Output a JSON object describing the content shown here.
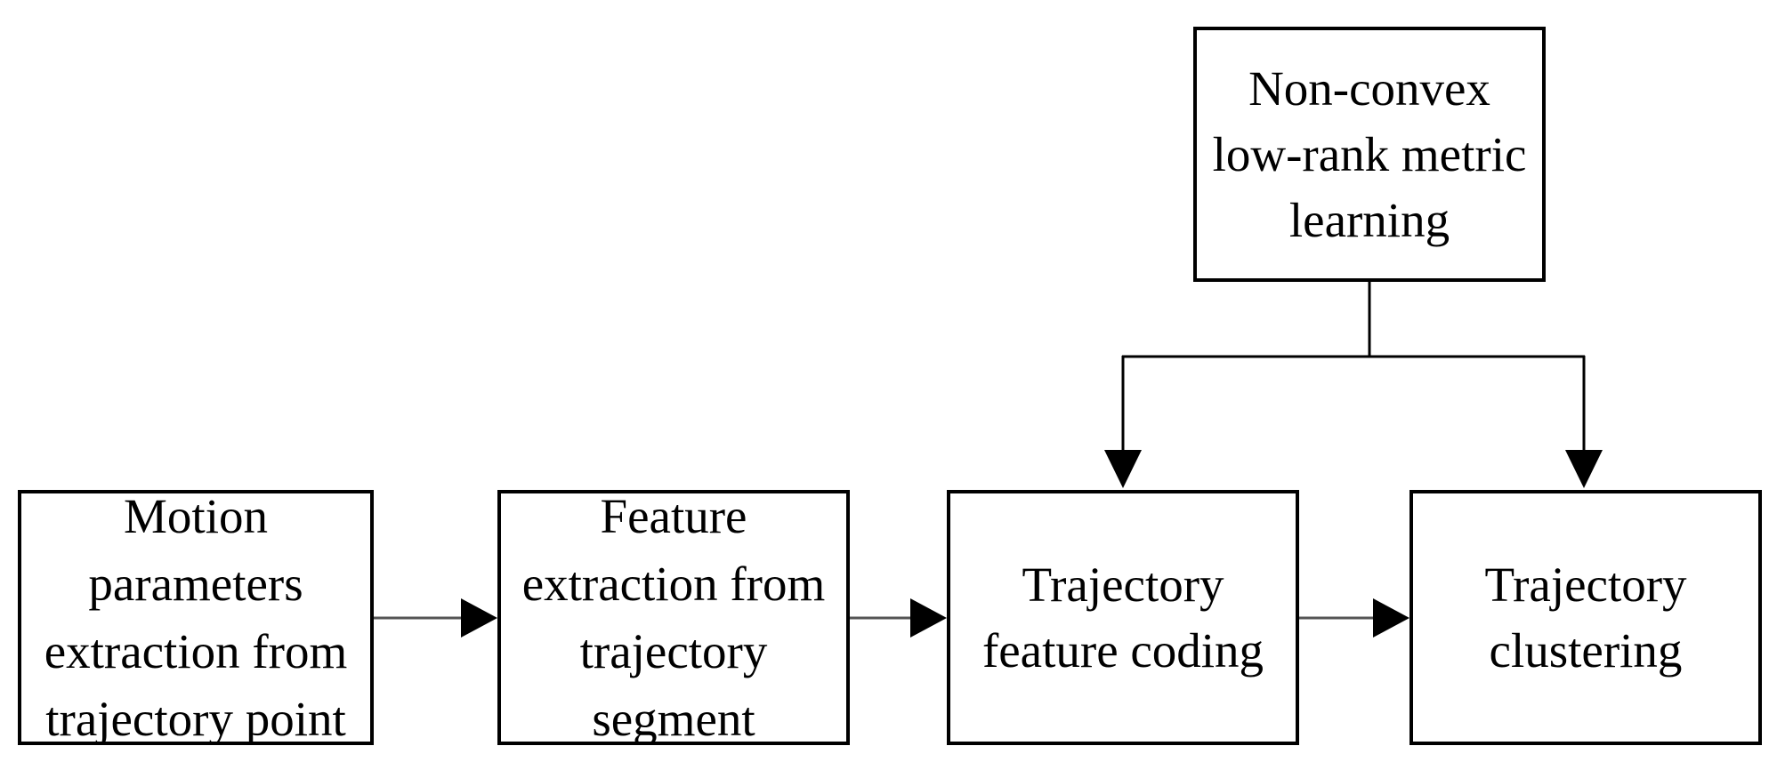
{
  "diagram": {
    "nodes": {
      "metric_learning": "Non-convex\nlow-rank metric\nlearning",
      "motion_parameters": "Motion\nparameters\nextraction from\ntrajectory point",
      "feature_extraction": "Feature\nextraction from\ntrajectory\nsegment",
      "feature_coding": "Trajectory\nfeature coding",
      "clustering": "Trajectory\nclustering"
    },
    "edges": [
      {
        "from": "motion_parameters",
        "to": "feature_extraction"
      },
      {
        "from": "feature_extraction",
        "to": "feature_coding"
      },
      {
        "from": "feature_coding",
        "to": "clustering"
      },
      {
        "from": "metric_learning",
        "to": "feature_coding"
      },
      {
        "from": "metric_learning",
        "to": "clustering"
      }
    ],
    "colors": {
      "line": "#000000",
      "connector_gray": "#555555",
      "background": "#ffffff"
    }
  }
}
